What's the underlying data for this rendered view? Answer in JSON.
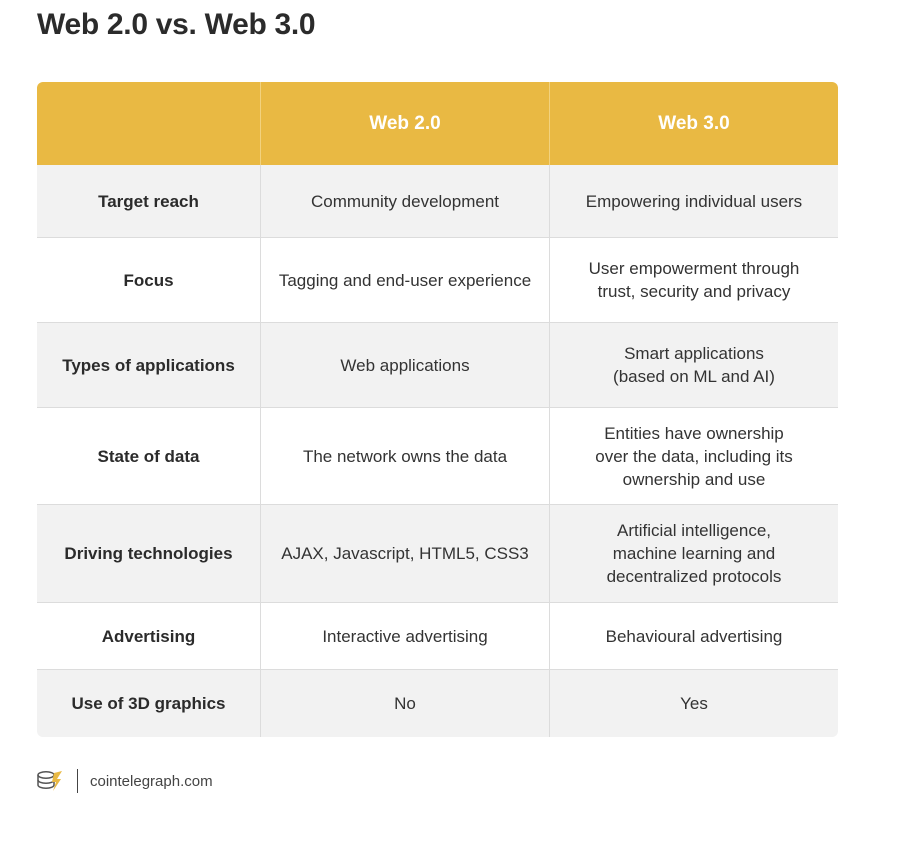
{
  "title": "Web 2.0 vs. Web 3.0",
  "table": {
    "header": [
      "",
      "Web 2.0",
      "Web 3.0"
    ],
    "rows": [
      [
        "Target reach",
        "Community development",
        "Empowering individual users"
      ],
      [
        "Focus",
        "Tagging and end-user experience",
        "User empowerment through\ntrust, security and privacy"
      ],
      [
        "Types of applications",
        "Web applications",
        "Smart applications\n(based on  ML and AI)"
      ],
      [
        "State of data",
        "The network owns the data",
        "Entities have ownership\nover the data, including its\nownership and use"
      ],
      [
        "Driving technologies",
        "AJAX, Javascript, HTML5, CSS3",
        "Artificial intelligence,\nmachine learning and\ndecentralized protocols"
      ],
      [
        "Advertising",
        "Interactive advertising",
        "Behavioural advertising"
      ],
      [
        "Use of 3D graphics",
        "No",
        "Yes"
      ]
    ]
  },
  "footer": {
    "domain": "cointelegraph.com",
    "logo_icon": "cointelegraph-logo-icon"
  },
  "colors": {
    "header": "#e9b943",
    "row_alt": "#f2f2f2",
    "text": "#2b2b2b"
  }
}
